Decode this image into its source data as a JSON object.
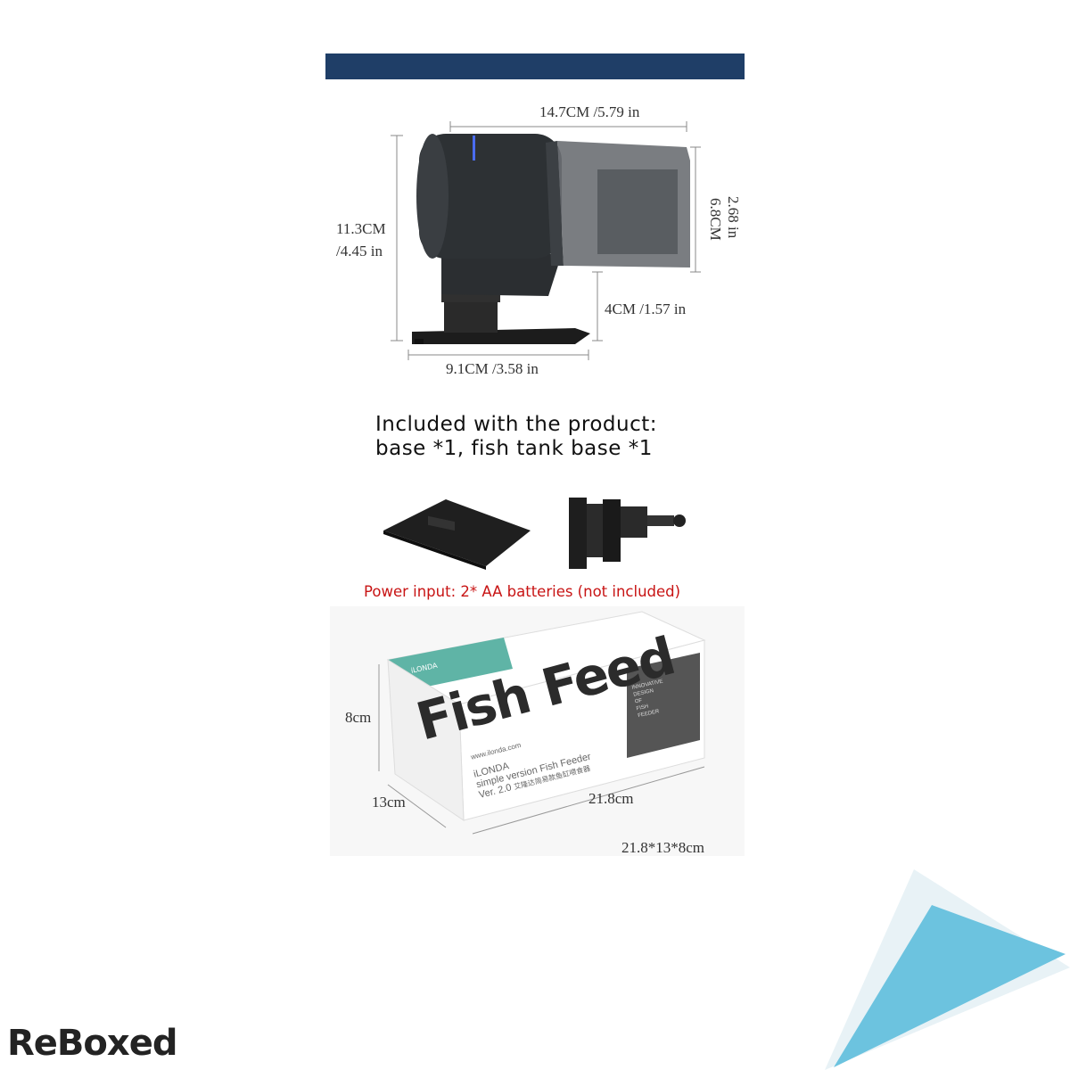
{
  "dimensions": {
    "width": "14.7CM /5.79 in",
    "height_cm": "11.3CM",
    "height_in": "/4.45 in",
    "hopper_cm": "6.8CM",
    "hopper_in": "2.68 in",
    "clearance": "4CM /1.57 in",
    "base_width": "9.1CM /3.58 in"
  },
  "included": {
    "line1": "Included with the product:",
    "line2": "base *1, fish tank base *1"
  },
  "power_note": "Power input: 2* AA batteries (not included)",
  "box": {
    "brand_logo": "iLONDA",
    "website": "www.ilonda.com",
    "name": "iLONDA",
    "product": "simple version Fish Feeder",
    "version": "Ver. 2.0",
    "chinese": "艾隆达简易款鱼缸喂食器",
    "big_text": "Fish Feed",
    "panel_text": [
      "INNOVATIVE",
      "DESIGN",
      "OF",
      "FISH",
      "FEEDER"
    ],
    "height": "8cm",
    "depth": "13cm",
    "length": "21.8cm",
    "size_summary": "21.8*13*8cm"
  },
  "footer": {
    "brand": "ReBoxed"
  },
  "colors": {
    "top_bar": "#1f3e67",
    "power_text": "#c81414",
    "corner_blue": "#6cc3df",
    "box_accent": "#5fb4a6"
  }
}
